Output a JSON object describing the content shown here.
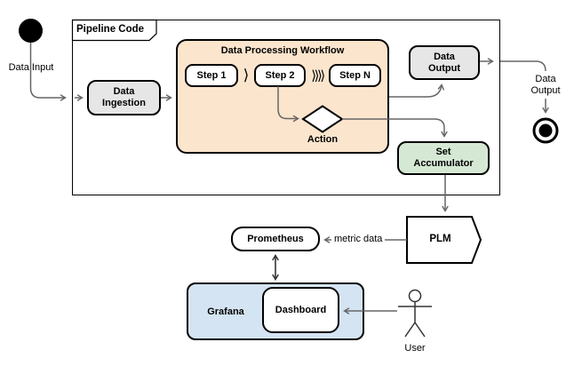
{
  "diagram": {
    "start_label": "Data Input",
    "frame_label": "Pipeline Code",
    "ingestion_label": "Data Ingestion",
    "workflow": {
      "title": "Data Processing Workflow",
      "steps": [
        "Step 1",
        "Step 2",
        "Step N"
      ],
      "gap_single": "⟩",
      "gap_multi": "⟩⟩⟩⟩",
      "action_label": "Action"
    },
    "output_node_label": "Data Output",
    "accumulator_label": "Set Accumulator",
    "end_label": "Data Output",
    "plm_label": "PLM",
    "prometheus_label": "Prometheus",
    "metric_edge_label": "metric data",
    "grafana_label": "Grafana",
    "dashboard_label": "Dashboard",
    "user_label": "User",
    "colors": {
      "workflow_fill": "#FCE5CD",
      "node_gray_fill": "#E6E6E6",
      "accumulator_green_fill": "#D5E8D4",
      "grafana_blue_fill": "#D4E4F3",
      "shape_border": "#000000",
      "connector_gray": "#666666",
      "connector_dark": "#333333"
    }
  }
}
